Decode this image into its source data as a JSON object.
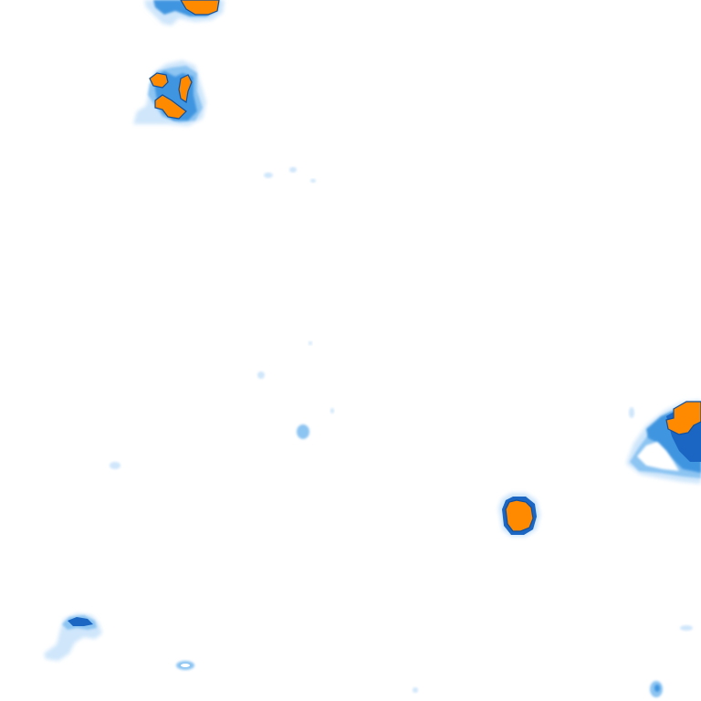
{
  "map": {
    "kind": "radar-reflectivity-tile",
    "background": "#ffffff",
    "palette": {
      "faint": "#cfe6fb",
      "light": "#8cc4f2",
      "medium": "#3f95e0",
      "strong": "#1a66c2",
      "core": "#ff8a00",
      "core_outline": "#0d4fa0"
    },
    "intensity_levels": [
      "faint",
      "light",
      "medium",
      "strong",
      "core"
    ],
    "echo_cells": [
      {
        "name": "top-edge-cell",
        "peak_level": "core"
      },
      {
        "name": "upper-left-cell",
        "peak_level": "core"
      },
      {
        "name": "east-edge-cell",
        "peak_level": "core"
      },
      {
        "name": "central-south-cell",
        "peak_level": "core"
      },
      {
        "name": "southwest-cluster",
        "peak_level": "strong"
      },
      {
        "name": "south-small-cell",
        "peak_level": "light"
      },
      {
        "name": "southeast-edge-cell",
        "peak_level": "medium"
      }
    ]
  }
}
